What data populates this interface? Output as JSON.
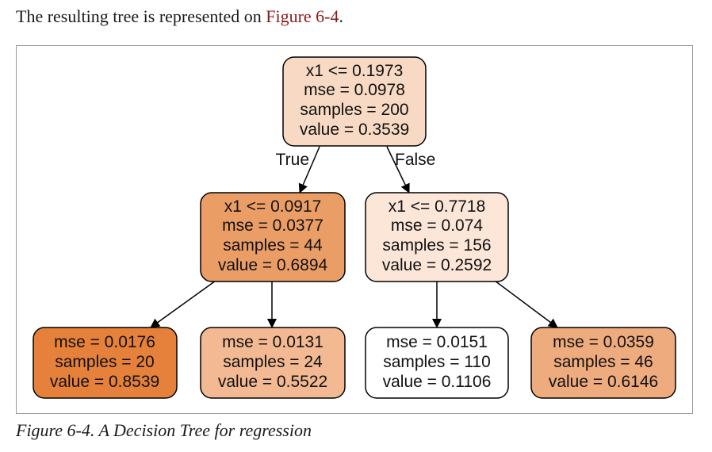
{
  "intro": {
    "prefix": "The resulting tree is represented on ",
    "link": "Figure 6-4",
    "suffix": "."
  },
  "caption": "Figure 6-4. A Decision Tree for regression",
  "tree": {
    "nodes": [
      {
        "id": "root",
        "fill": "#f8dac4",
        "lines": [
          "x1 <= 0.1973",
          "mse = 0.0978",
          "samples = 200",
          "value = 0.3539"
        ]
      },
      {
        "id": "left",
        "fill": "#eb9d66",
        "lines": [
          "x1 <= 0.0917",
          "mse = 0.0377",
          "samples = 44",
          "value = 0.6894"
        ]
      },
      {
        "id": "right",
        "fill": "#fbe6d8",
        "lines": [
          "x1 <= 0.7718",
          "mse = 0.074",
          "samples = 156",
          "value = 0.2592"
        ]
      },
      {
        "id": "leaf-ll",
        "fill": "#e5813a",
        "lines": [
          "mse = 0.0176",
          "samples = 20",
          "value = 0.8539"
        ]
      },
      {
        "id": "leaf-lr",
        "fill": "#f2b992",
        "lines": [
          "mse = 0.0131",
          "samples = 24",
          "value = 0.5522"
        ]
      },
      {
        "id": "leaf-rl",
        "fill": "#ffffff",
        "lines": [
          "mse = 0.0151",
          "samples = 110",
          "value = 0.1106"
        ]
      },
      {
        "id": "leaf-rr",
        "fill": "#eeab7d",
        "lines": [
          "mse = 0.0359",
          "samples = 46",
          "value = 0.6146"
        ]
      }
    ],
    "edge_labels": {
      "true": "True",
      "false": "False"
    }
  }
}
